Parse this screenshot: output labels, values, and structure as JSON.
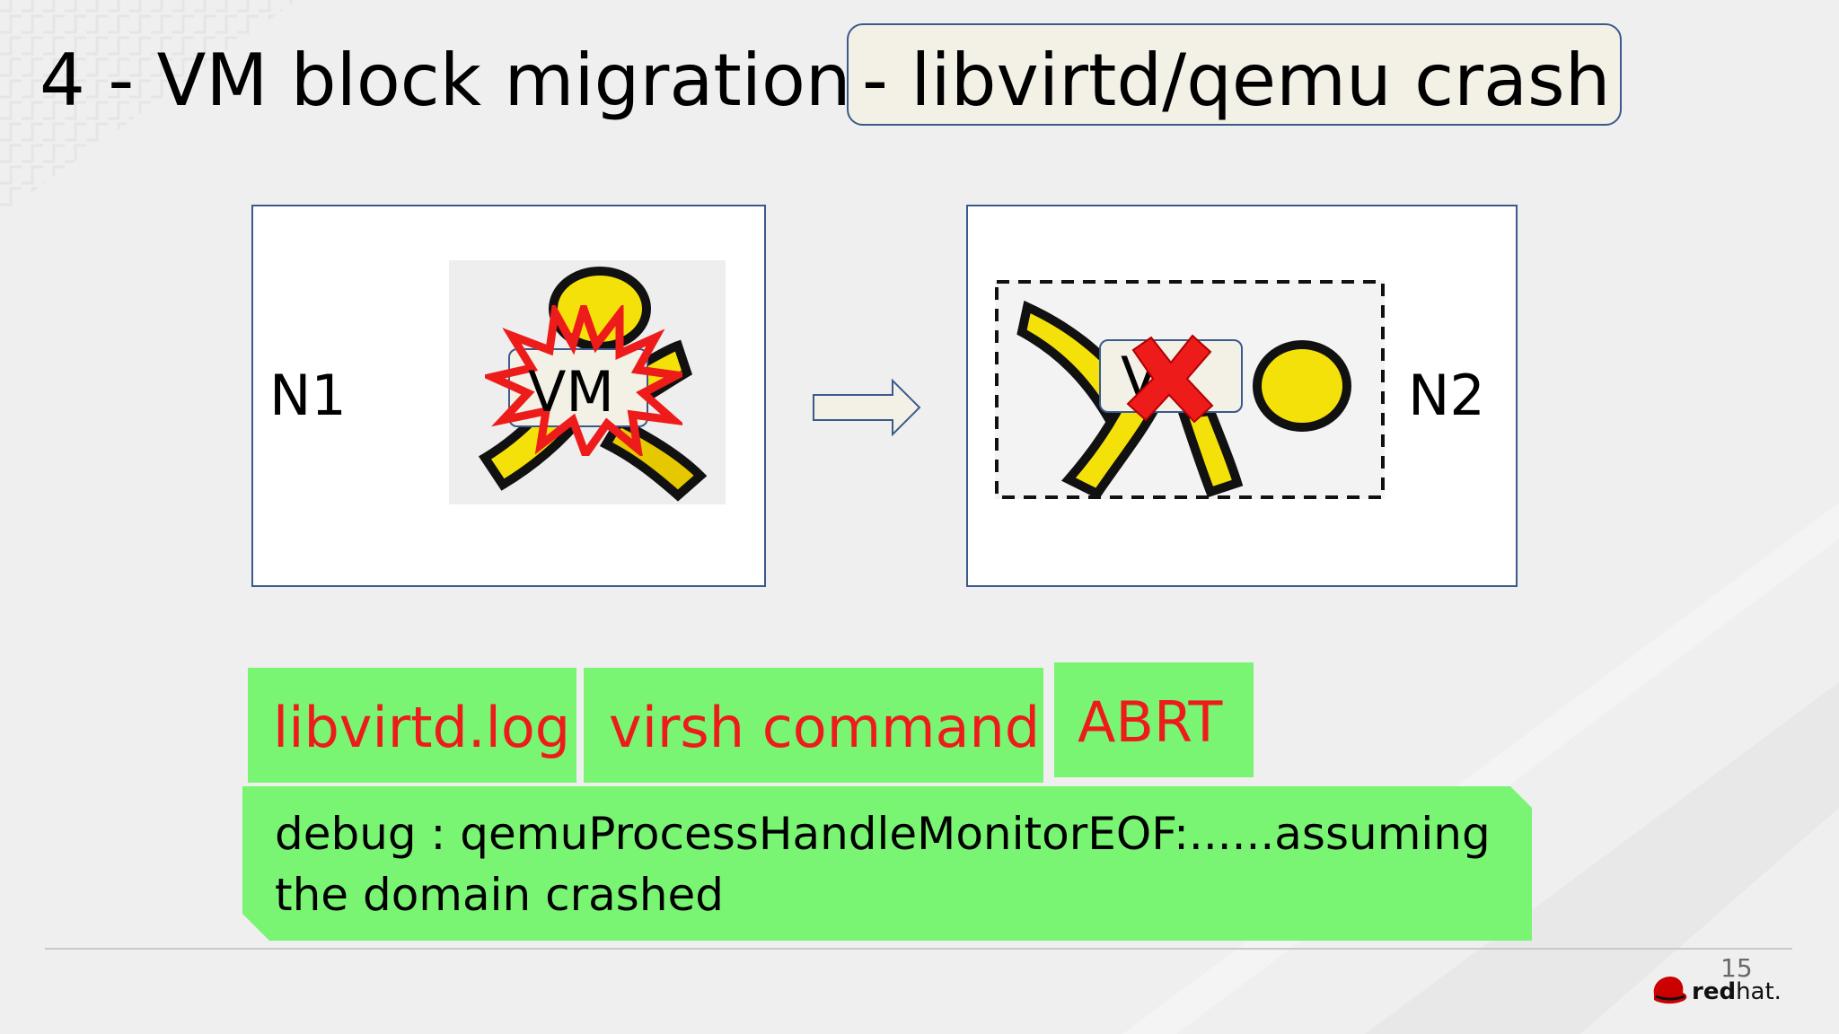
{
  "slide": {
    "title": "4 - VM block migration",
    "title_highlight": "- libvirtd/qemu crash",
    "source_node": {
      "label": "N1",
      "vm_label": "VM"
    },
    "target_node": {
      "label": "N2",
      "vm_label": "V"
    },
    "tags": [
      {
        "label": "libvirtd.log"
      },
      {
        "label": "virsh command"
      },
      {
        "label": "ABRT"
      }
    ],
    "debug_lines": [
      "debug : qemuProcessHandleMonitorEOF:......assuming",
      "the domain crashed"
    ],
    "page_number": "15",
    "brand": {
      "bold": "red",
      "regular": "hat."
    }
  },
  "colors": {
    "tag_bg": "#79f573",
    "tag_text": "#ee1b1b",
    "panel_border": "#3a5a8c",
    "crash_red": "#ee1b1b",
    "figure_yellow": "#f5e10a"
  },
  "icons": {
    "figure": "running-person-icon",
    "crash": "crash-burst-icon",
    "failed": "red-x-icon",
    "arrow": "right-arrow-icon",
    "logo": "redhat-logo-icon"
  }
}
